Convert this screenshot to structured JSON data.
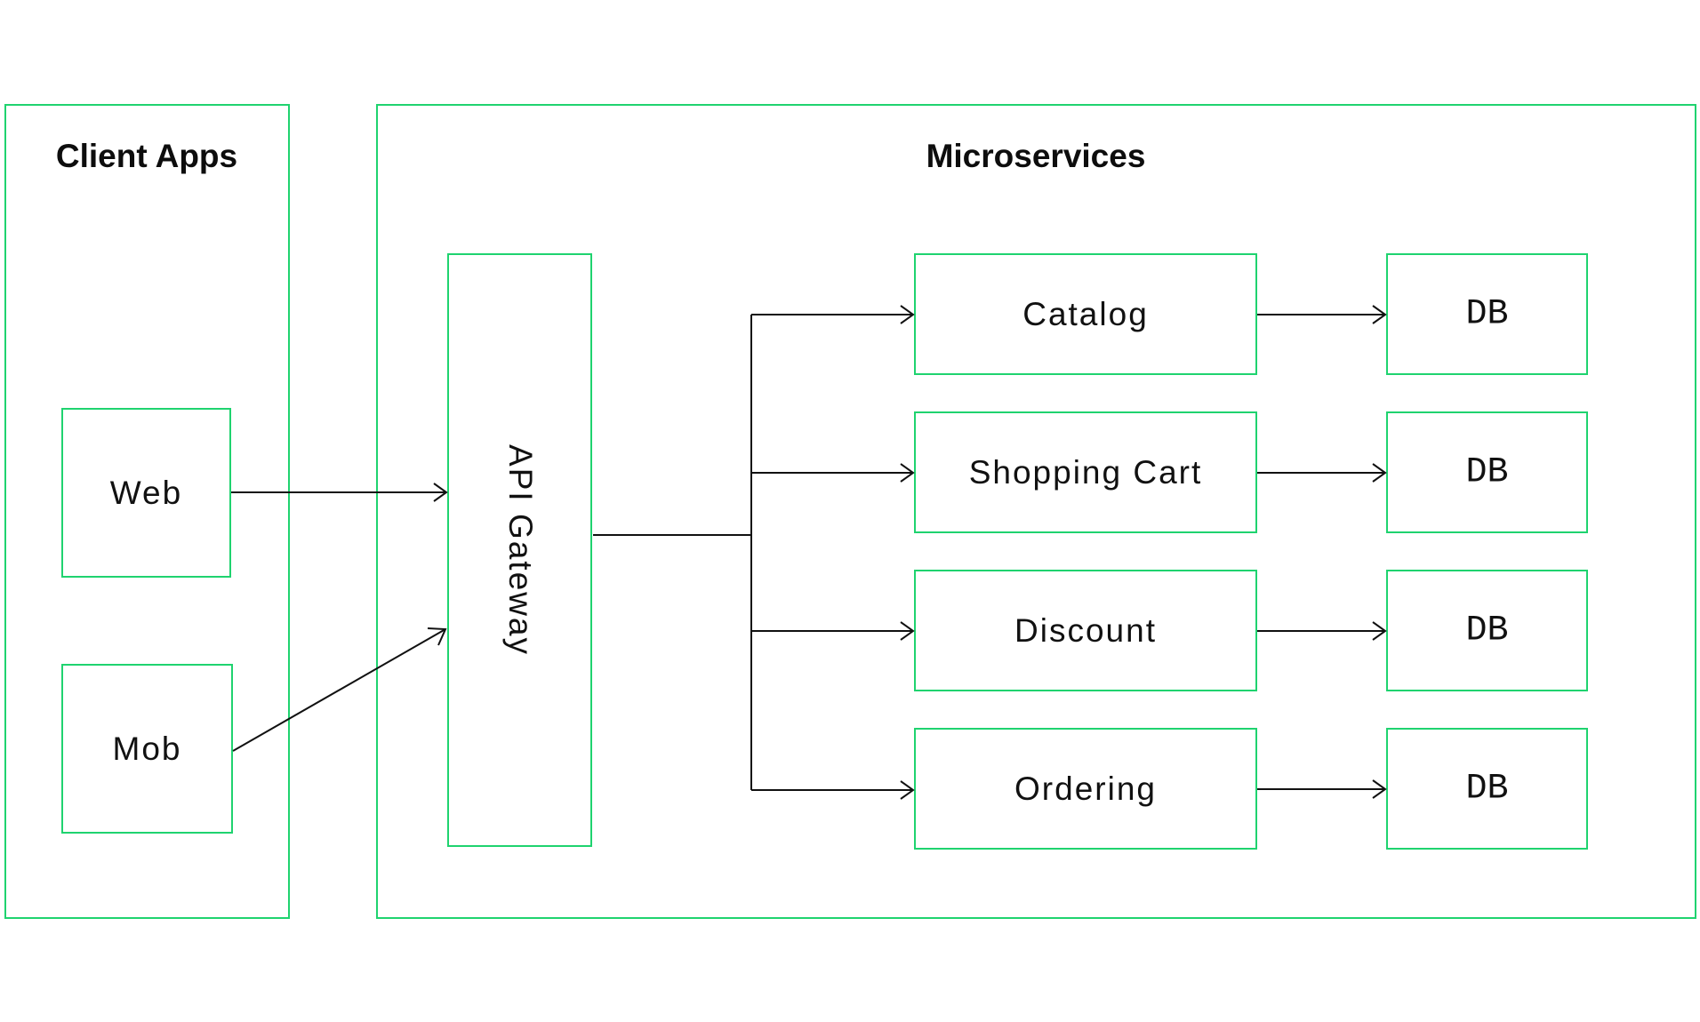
{
  "colors": {
    "border": "#1fd36f",
    "connector": "#111111",
    "background": "#ffffff"
  },
  "groups": {
    "client_apps": {
      "title": "Client Apps",
      "items": [
        {
          "label": "Web"
        },
        {
          "label": "Mob"
        }
      ]
    },
    "microservices": {
      "title": "Microservices",
      "gateway": {
        "label": "API Gateway"
      },
      "services": [
        {
          "label": "Catalog",
          "db": "DB"
        },
        {
          "label": "Shopping Cart",
          "db": "DB"
        },
        {
          "label": "Discount",
          "db": "DB"
        },
        {
          "label": "Ordering",
          "db": "DB"
        }
      ]
    }
  },
  "edges": [
    {
      "from": "Web",
      "to": "API Gateway"
    },
    {
      "from": "Mob",
      "to": "API Gateway"
    },
    {
      "from": "API Gateway",
      "to": "Catalog"
    },
    {
      "from": "API Gateway",
      "to": "Shopping Cart"
    },
    {
      "from": "API Gateway",
      "to": "Discount"
    },
    {
      "from": "API Gateway",
      "to": "Ordering"
    },
    {
      "from": "Catalog",
      "to": "DB"
    },
    {
      "from": "Shopping Cart",
      "to": "DB"
    },
    {
      "from": "Discount",
      "to": "DB"
    },
    {
      "from": "Ordering",
      "to": "DB"
    }
  ]
}
